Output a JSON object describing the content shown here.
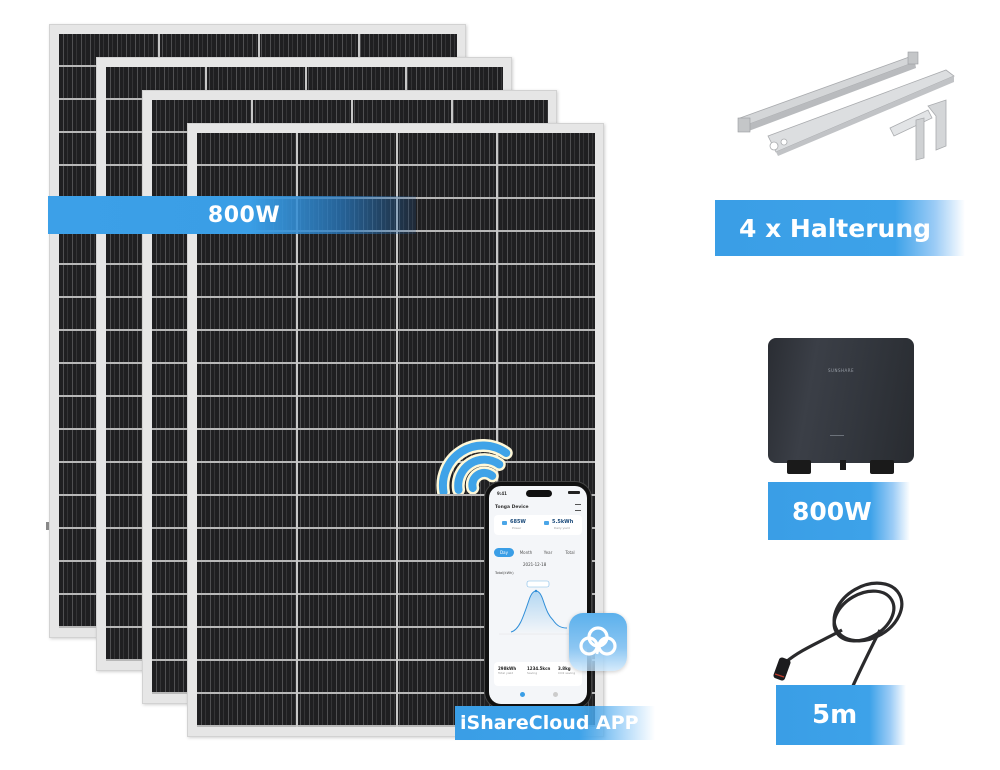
{
  "colors": {
    "label_blue": "#3a9ee6",
    "label_text": "#ffffff",
    "panel_frame": "#e6e6e6",
    "panel_cells": "#1f1f21",
    "inverter_body": "#33373e",
    "app_icon_blue": "#5bb0ec"
  },
  "panels": {
    "count": 4,
    "label": "800W",
    "icon": "solar-panel-icon"
  },
  "mounts": {
    "label": "4 x Halterung",
    "icon": "mounting-bracket-icon"
  },
  "inverter": {
    "label": "800W",
    "brand": "SUNSHARE",
    "icon": "micro-inverter-icon"
  },
  "cable": {
    "label": "5m",
    "icon": "cable-icon"
  },
  "app": {
    "label": "iShareCloud APP",
    "icon": "cloud-app-icon",
    "wifi_icon": "wifi-icon",
    "phone": {
      "time": "9:41",
      "device": "Tonga Device",
      "power": "685W",
      "power_sub": "Power",
      "energy": "5.5kWh",
      "energy_sub": "Daily yield",
      "tabs": [
        "Day",
        "Month",
        "Year",
        "Total"
      ],
      "active_tab": "Day",
      "date": "2021-12-18",
      "chart_label": "Total(kWh)",
      "stats": [
        {
          "value": "298kWh",
          "label": "Total yield"
        },
        {
          "value": "1234.5kcn",
          "label": "Saving"
        },
        {
          "value": "3.8kg",
          "label": "CO2 saving"
        }
      ]
    }
  }
}
